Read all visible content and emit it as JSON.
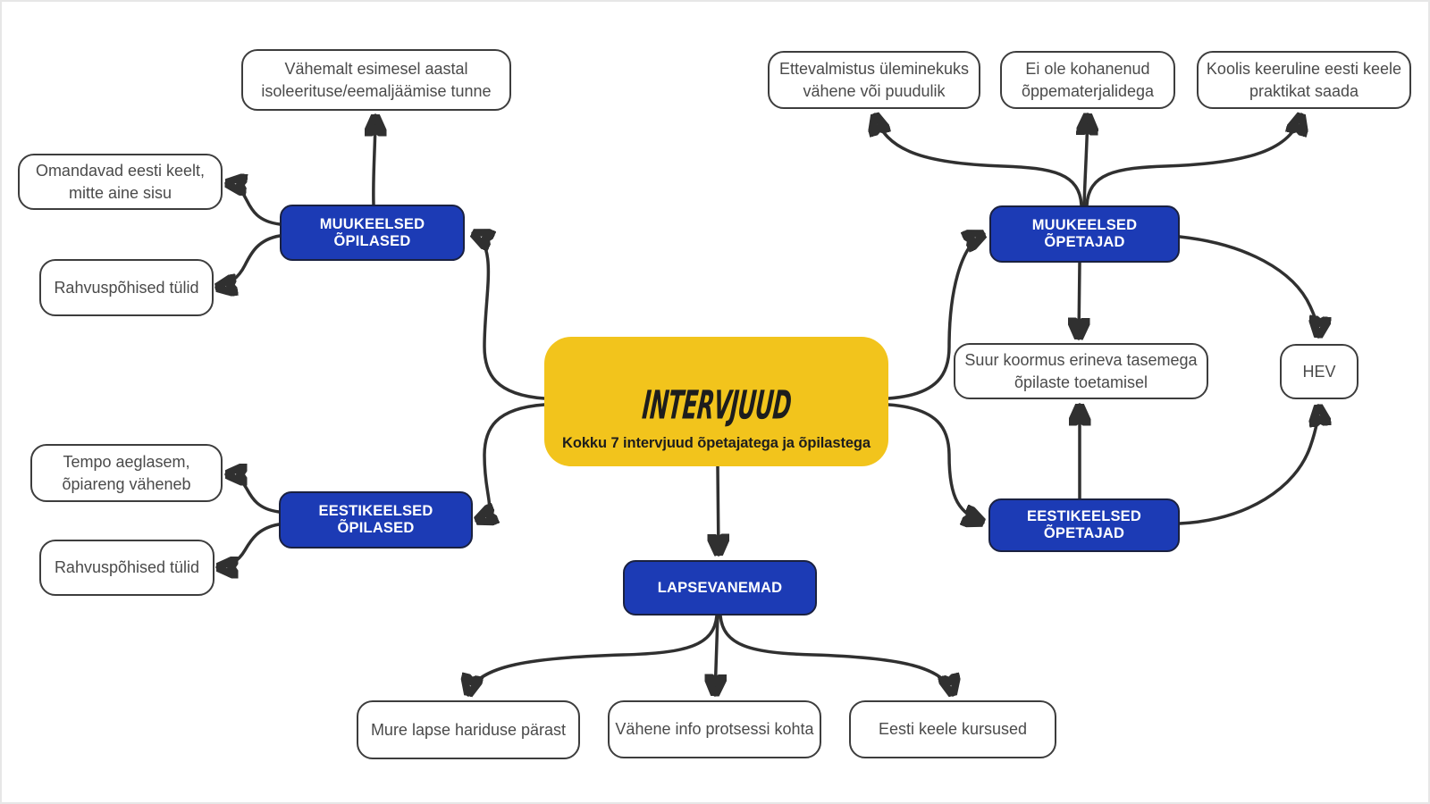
{
  "colors": {
    "topic_fill": "#1c3bb5",
    "topic_border": "#1a2140",
    "topic_text": "#ffffff",
    "center_fill": "#f2c41c",
    "center_text": "#1d1d1d",
    "detail_fill": "#ffffff",
    "detail_border": "#3d3d3d",
    "detail_text": "#4a4a4a",
    "arrow": "#303030"
  },
  "center": {
    "title": "INTERVJUUD",
    "subtitle": "Kokku 7 intervjuud õpetajatega ja õpilastega"
  },
  "topics": {
    "muukeelsed_opilased": "MUUKEELSED ÕPILASED",
    "eestikeelsed_opilased": "EESTIKEELSED ÕPILASED",
    "muukeelsed_opetajad": "MUUKEELSED ÕPETAJAD",
    "eestikeelsed_opetajad": "EESTIKEELSED ÕPETAJAD",
    "lapsevanemad": "LAPSEVANEMAD"
  },
  "details": {
    "isoleeritus": "Vähemalt esimesel aastal\nisoleerituse/eemaljäämise tunne",
    "omandavad": "Omandavad eesti keelt,\nmitte aine sisu",
    "rahvus_tylid_1": "Rahvuspõhised tülid",
    "tempo": "Tempo aeglasem,\nõpiareng väheneb",
    "rahvus_tylid_2": "Rahvuspõhised tülid",
    "ettevalmistus": "Ettevalmistus üleminekuks\nvähene või puudulik",
    "kohanemine": "Ei ole kohanenud\nõppematerjalidega",
    "praktika": "Koolis keeruline eesti keele\npraktikat saada",
    "koormus": "Suur koormus erineva tasemega\nõpilaste toetamisel",
    "hev": "HEV",
    "mure": "Mure lapse hariduse pärast",
    "info": "Vähene info protsessi kohta",
    "kursused": "Eesti keele kursused"
  }
}
